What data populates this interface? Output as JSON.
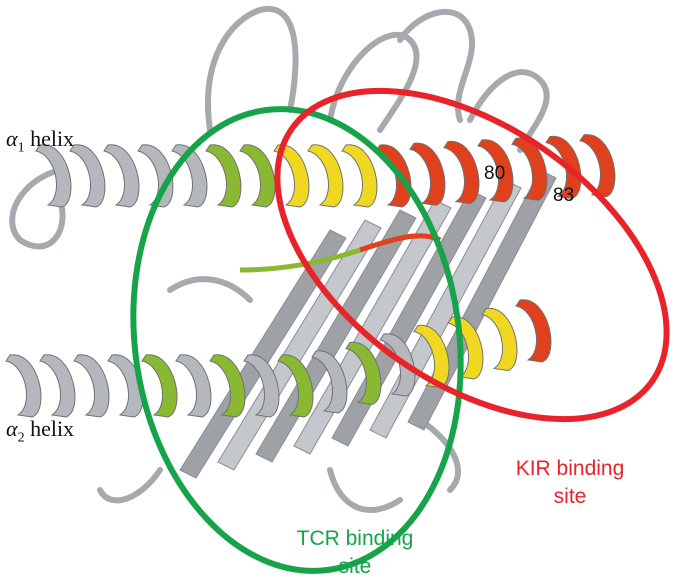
{
  "labels": {
    "alpha1": {
      "symbol": "α",
      "sub": "1",
      "text": "helix"
    },
    "alpha2": {
      "symbol": "α",
      "sub": "2",
      "text": "helix"
    },
    "residue_80": "80",
    "residue_83": "83",
    "kir_line1": "KIR binding",
    "kir_line2": "site",
    "tcr_line1": "TCR binding",
    "tcr_line2": "site"
  },
  "colors": {
    "protein": "#b4b8bc",
    "tcr_region": "#8ab832",
    "overlap_region": "#f0d820",
    "kir_region": "#e0401c",
    "tcr_ellipse": "#17a34a",
    "kir_ellipse": "#e8232a"
  }
}
